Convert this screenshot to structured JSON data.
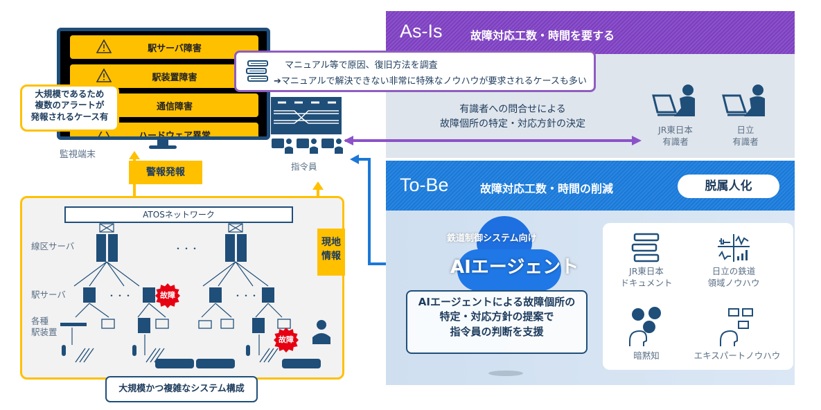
{
  "monitor": {
    "label": "監視端末",
    "alerts": [
      "駅サーバ障害",
      "駅装置障害",
      "通信障害",
      "ハードウェア異常"
    ]
  },
  "callouts": {
    "multiple_alerts": [
      "大規模であるため",
      "複数のアラートが",
      "発報されるケース有"
    ],
    "manual": {
      "line1": "マニュアル等で原因、復旧方法を調査",
      "line2": "➔マニュアルで解決できない非常に特殊なノウハウが要求されるケースも多い"
    }
  },
  "dispatcher": {
    "label": "指令員"
  },
  "as_is": {
    "title": "As-Is",
    "subtitle": "故障対応工数・時間を要する",
    "message": [
      "有識者への問合せによる",
      "故障個所の特定・対応方針の決定"
    ],
    "experts": [
      {
        "name": [
          "JR東日本",
          "有識者"
        ]
      },
      {
        "name": [
          "日立",
          "有識者"
        ]
      }
    ]
  },
  "to_be": {
    "title": "To-Be",
    "subtitle": "故障対応工数・時間の削減",
    "badge": "脱属人化",
    "ai_subtitle": "鉄道制御システム向け",
    "ai_title": "AIエージェント",
    "ai_description": [
      "AIエージェントによる故障個所の",
      "特定・対応方針の提案で",
      "指令員の判断を支援"
    ],
    "knowledge": [
      {
        "label": [
          "JR東日本",
          "ドキュメント"
        ],
        "icon": "books-icon"
      },
      {
        "label": [
          "日立の鉄道",
          "領域ノウハウ"
        ],
        "icon": "analytics-icon"
      },
      {
        "label": [
          "暗黙知"
        ],
        "icon": "tacit-knowledge-icon"
      },
      {
        "label": [
          "エキスパートノウハウ"
        ],
        "icon": "expert-knowledge-icon"
      }
    ]
  },
  "system": {
    "network": "ATOSネットワーク",
    "rows": {
      "line_server": "線区サーバ",
      "station_server": "駅サーバ",
      "devices": [
        "各種",
        "駅装置"
      ]
    },
    "fault_label": "故障",
    "alarm_flag": "警報発報",
    "local_flag": [
      "現地",
      "情報"
    ],
    "caption": "大規模かつ複雑なシステム構成",
    "ellipsis": "・・・"
  },
  "colors": {
    "as_is": "#8c52c9",
    "to_be": "#1b78d6",
    "alert": "#ffc000",
    "navy": "#1f4e79",
    "fault": "#e60012"
  }
}
